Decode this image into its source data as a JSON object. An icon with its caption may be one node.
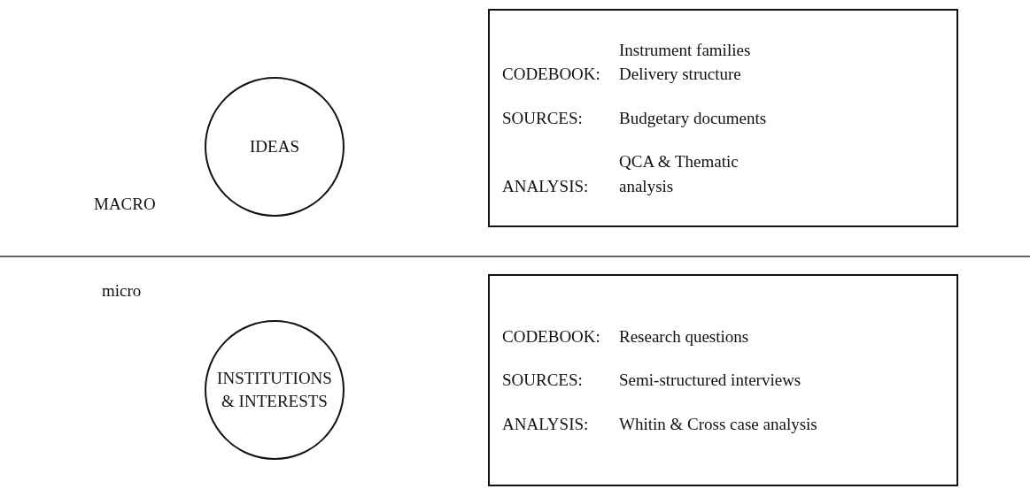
{
  "diagram": {
    "nodes": [
      {
        "text": [
          "IDEAS"
        ]
      },
      {
        "text": [
          "CODEBOOK:",
          "Instrument families Delivery structure",
          "SOURCES:",
          "Budgetary documents",
          "ANALYSIS:",
          "QCA & Thematic analysis"
        ]
      },
      {
        "text": [
          "INSTITUTIONS & INTERESTS"
        ]
      },
      {
        "text": [
          "CODEBOOK:",
          "Research questions",
          "SOURCES:",
          "Semi-structured interviews",
          "ANALYSIS:",
          "Whitin & Cross case analysis"
        ]
      }
    ],
    "edges": [],
    "labels": [
      "MACRO",
      "micro"
    ]
  }
}
